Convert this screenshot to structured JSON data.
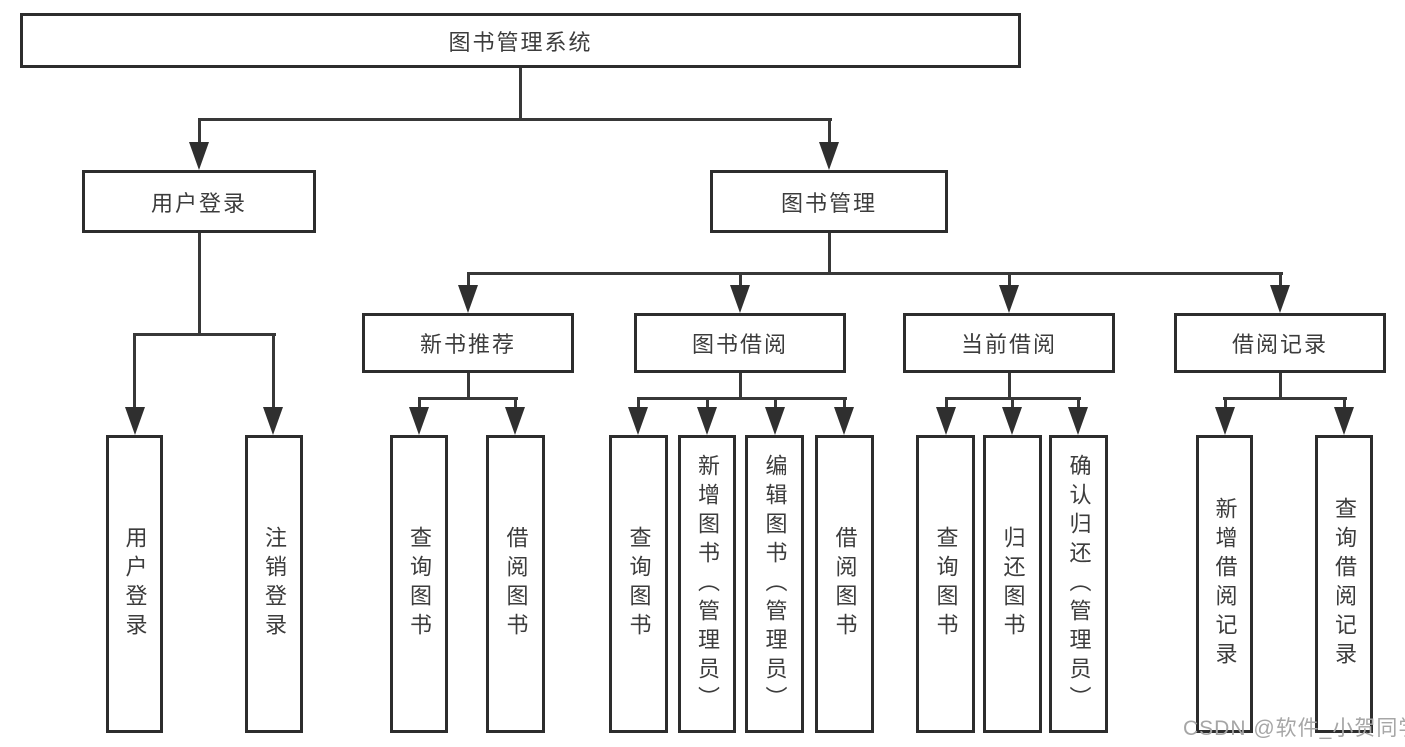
{
  "tree": {
    "root": {
      "label": "图书管理系统"
    },
    "branches": [
      {
        "label": "用户登录",
        "children": [
          {
            "label": "用户登录"
          },
          {
            "label": "注销登录"
          }
        ]
      },
      {
        "label": "图书管理",
        "children": [
          {
            "label": "新书推荐",
            "children": [
              {
                "label": "查询图书"
              },
              {
                "label": "借阅图书"
              }
            ]
          },
          {
            "label": "图书借阅",
            "children": [
              {
                "label": "查询图书"
              },
              {
                "label": "新增图书（管理员）"
              },
              {
                "label": "编辑图书（管理员）"
              },
              {
                "label": "借阅图书"
              }
            ]
          },
          {
            "label": "当前借阅",
            "children": [
              {
                "label": "查询图书"
              },
              {
                "label": "归还图书"
              },
              {
                "label": "确认归还（管理员）"
              }
            ]
          },
          {
            "label": "借阅记录",
            "children": [
              {
                "label": "新增借阅记录"
              },
              {
                "label": "查询借阅记录"
              }
            ]
          }
        ]
      }
    ]
  },
  "watermark": "CSDN @软件_小贺同学",
  "colors": {
    "background": "#ffffff",
    "box_border": "#2d2d2d",
    "connector_line": "#383838",
    "text": "#3c3c3c",
    "watermark": "#a6a6a6"
  }
}
